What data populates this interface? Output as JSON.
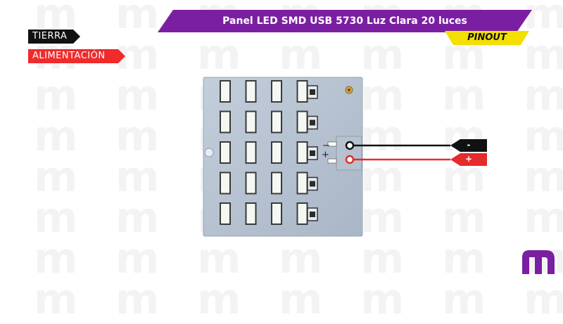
{
  "title": "Panel LED SMD USB 5730 Luz Clara 20 luces",
  "pinout_label": "PINOUT",
  "legend": {
    "tierra": "TIERRA",
    "alimentacion": "ALIMENTACIÓN"
  },
  "pins": {
    "negative": "-",
    "positive": "+"
  },
  "board_symbols": {
    "minus": "−",
    "plus": "+"
  },
  "colors": {
    "banner": "#7b1fa2",
    "pinout_tag": "#f3df00",
    "tierra": "#111111",
    "alimentacion": "#ef2b2b",
    "wire_negative": "#111111",
    "wire_positive": "#e52b2b",
    "board": "#b4c0ce",
    "led": "#f4f8f2"
  },
  "led_grid": {
    "rows": 5,
    "cols": 4
  },
  "watermark_glyph": "m",
  "logo_glyph": "m"
}
